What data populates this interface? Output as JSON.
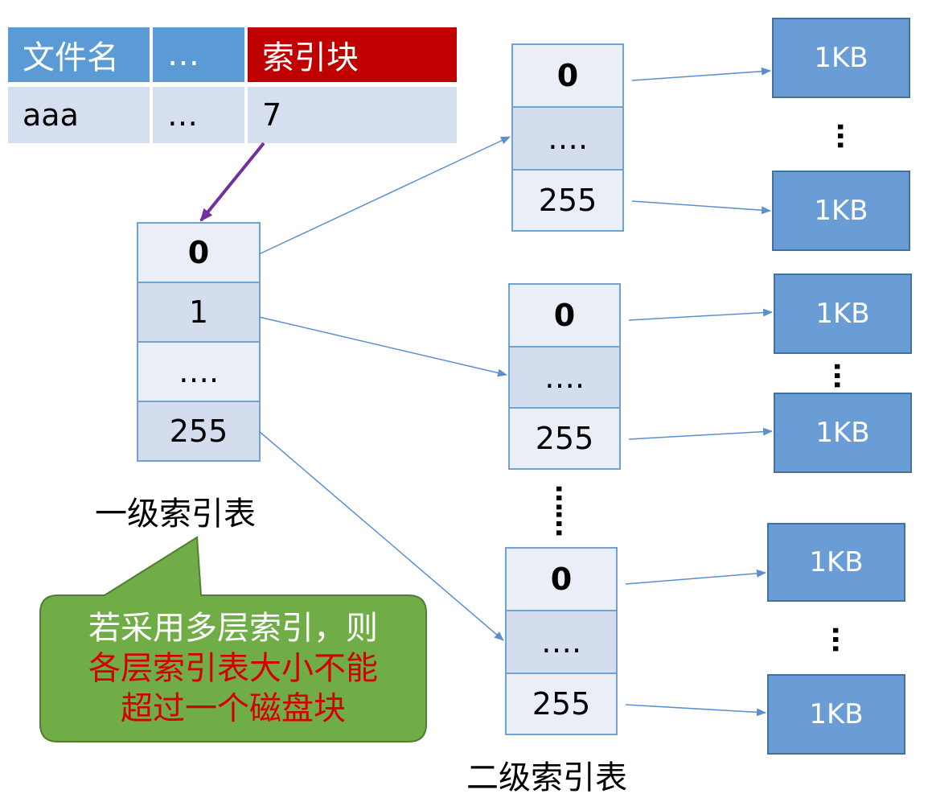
{
  "directory": {
    "headers": [
      "文件名",
      "…",
      "索引块"
    ],
    "row": [
      "aaa",
      "…",
      "7"
    ]
  },
  "level1": {
    "cells": [
      "0",
      "1",
      "….",
      "255"
    ],
    "caption": "一级索引表"
  },
  "level2": {
    "tables": [
      {
        "cells": [
          "0",
          "….",
          "255"
        ]
      },
      {
        "cells": [
          "0",
          "….",
          "255"
        ]
      },
      {
        "cells": [
          "0",
          "….",
          "255"
        ]
      }
    ],
    "caption": "二级索引表"
  },
  "data_blocks": [
    "1KB",
    "1KB",
    "1KB",
    "1KB",
    "1KB",
    "1KB"
  ],
  "callout": {
    "line1": "若采用多层索引，则",
    "line2": "各层索引表大小不能",
    "line3": "超过一个磁盘块"
  },
  "colors": {
    "header_blue": "#5b9bd5",
    "header_red": "#c00000",
    "block_blue": "#6a9cd6",
    "callout_green": "#70ad47",
    "arrow_purple": "#7030a0",
    "arrow_blue": "#5b8fd0"
  }
}
